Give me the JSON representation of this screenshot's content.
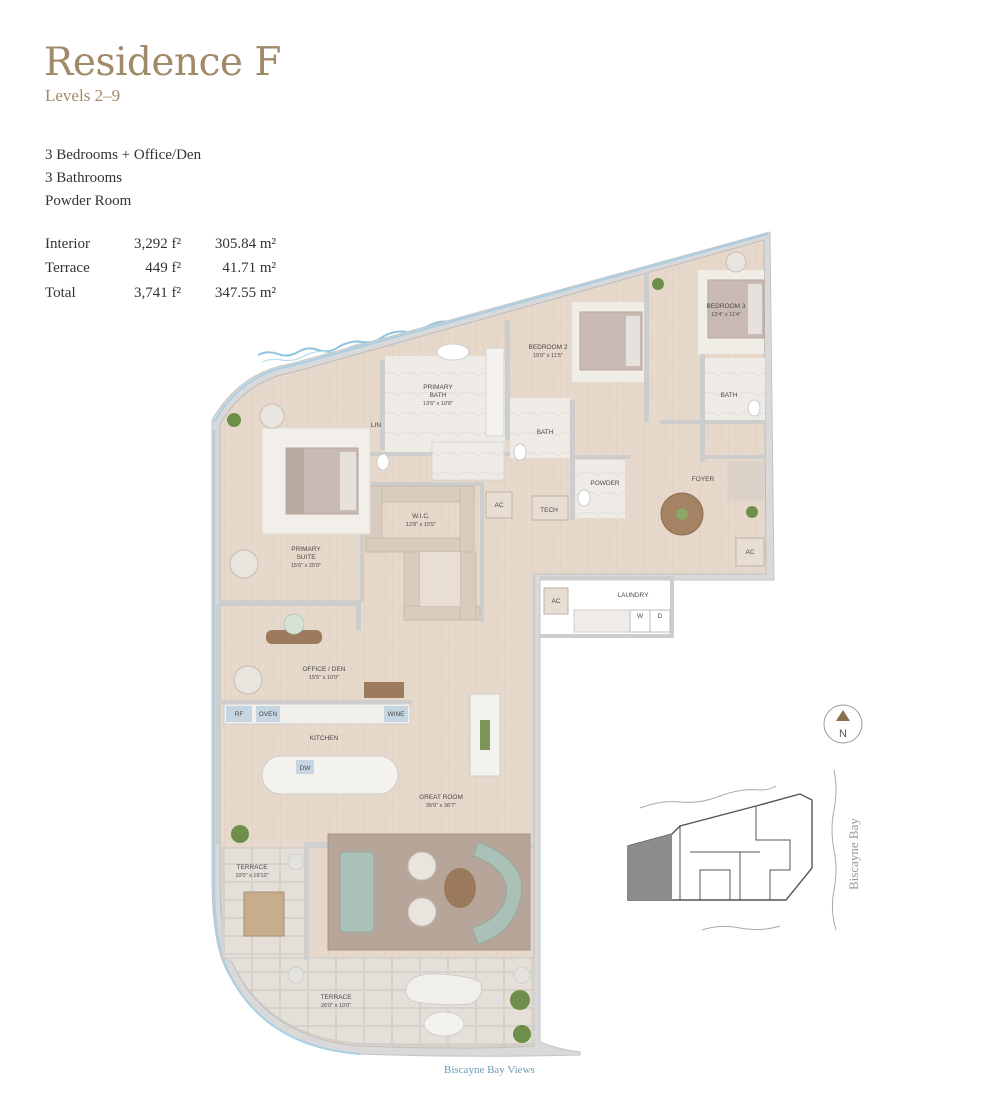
{
  "header": {
    "title": "Residence F",
    "subtitle": "Levels 2–9"
  },
  "features": [
    "3 Bedrooms + Office/Den",
    "3 Bathrooms",
    "Powder Room"
  ],
  "areas": [
    {
      "label": "Interior",
      "sqft": "3,292 f²",
      "sqm": "305.84 m²"
    },
    {
      "label": "Terrace",
      "sqft": "449 f²",
      "sqm": "41.71 m²"
    },
    {
      "label": "Total",
      "sqft": "3,741 f²",
      "sqm": "347.55 m²"
    }
  ],
  "rooms": {
    "primary_bath": {
      "name": "PRIMARY",
      "name2": "BATH",
      "dims": "13'6\" x 10'8\""
    },
    "bedroom2": {
      "name": "BEDROOM 2",
      "dims": "15'0\" x 11'5\""
    },
    "bedroom3": {
      "name": "BEDROOM 3",
      "dims": "13'4\" x 11'4\""
    },
    "lin": "LIN",
    "bath_a": "BATH",
    "bath_b": "BATH",
    "powder": "POWDER",
    "foyer": "FOYER",
    "tech": "TECH",
    "ac": "AC",
    "wic": {
      "name": "W.I.C.",
      "dims": "12'8\" x 15'5\""
    },
    "primary_suite": {
      "name": "PRIMARY",
      "name2": "SUITE",
      "dims": "15'6\" x 25'0\""
    },
    "laundry": "LAUNDRY",
    "washer": "W",
    "dryer": "D",
    "office": {
      "name": "OFFICE / DEN",
      "dims": "15'5\" x 10'0\""
    },
    "kitchen": "KITCHEN",
    "rf": "RF",
    "oven": "OVEN",
    "wine": "WINE",
    "dw": "DW",
    "great_room": {
      "name": "GREAT ROOM",
      "dims": "35'0\" x 36'7\""
    },
    "terrace_small": {
      "name": "TERRACE",
      "dims": "10'0\" x 19'10\""
    },
    "terrace_large": {
      "name": "TERRACE",
      "dims": "26'0\" x 10'0\""
    }
  },
  "compass": {
    "letter": "N"
  },
  "keyplan": {
    "bay_label": "Biscayne Bay"
  },
  "footer": {
    "views": "Biscayne Bay Views"
  },
  "colors": {
    "title": "#a08a6a",
    "floor": "#e4d6c8",
    "wall": "#c8c8c8",
    "water": "#8ec3dd",
    "views": "#6a9ab8"
  }
}
